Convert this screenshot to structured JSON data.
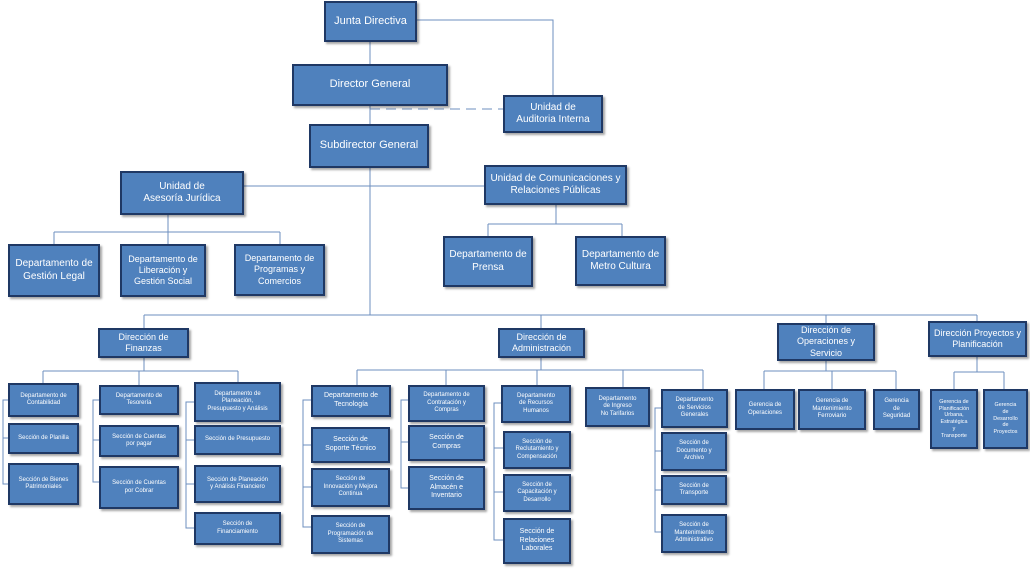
{
  "top": {
    "junta": "Junta Directiva",
    "director": "Director General",
    "auditoria": "Unidad de\nAuditoria Interna",
    "subdirector": "Subdirector General"
  },
  "staff": {
    "asesoria": "Unidad de\nAsesoría Jurídica",
    "comunicaciones": "Unidad de Comunicaciones y\nRelaciones Públicas",
    "gestion_legal": "Departamento de\nGestión Legal",
    "liberacion": "Departamento de\nLiberación y\nGestión Social",
    "programas": "Departamento de\nProgramas y\nComercios",
    "prensa": "Departamento de\nPrensa",
    "metro_cultura": "Departamento de\nMetro Cultura"
  },
  "direcciones": {
    "finanzas": "Dirección de\nFinanzas",
    "administracion": "Dirección de\nAdministración",
    "operaciones": "Dirección de\nOperaciones y Servicio",
    "proyectos": "Dirección Proyectos y\nPlanificación"
  },
  "finanzas_units": {
    "contabilidad": "Departamento de\nContabilidad",
    "planilla": "Sección de Planilla",
    "bienes": "Sección de Bienes\nPatrimoniales",
    "tesoreria": "Departamento de\nTesorería",
    "cuentas_pagar": "Sección de Cuentas\npor pagar",
    "cuentas_cobrar": "Sección de Cuentas\npor Cobrar",
    "planeacion": "Departamento de\nPlaneación,\nPresupuesto y Análisis",
    "presupuesto": "Sección de Presupuesto",
    "planeacion_analisis": "Sección de Planeación\ny Análisis Financiero",
    "financiamiento": "Sección de\nFinanciamiento"
  },
  "admin_units": {
    "tecnologia": "Departamento de\nTecnología",
    "soporte": "Sección de\nSoporte Técnico",
    "innovacion": "Sección de\nInnovación y Mejora\nContinua",
    "programacion": "Sección de\nProgramación de\nSistemas",
    "contratacion": "Departamento de\nContratación y\nCompras",
    "compras": "Sección de\nCompras",
    "almacen": "Sección de\nAlmacén e\nInventario",
    "rrhh": "Departamento\nde Recursos\nHumanos",
    "reclutamiento": "Sección de\nReclutamiento y\nCompensación",
    "capacitacion": "Sección de\nCapacitación y\nDesarrollo",
    "laborales": "Sección de\nRelaciones\nLaborales",
    "ingreso": "Departamento\nde Ingreso\nNo Tarifarios",
    "servicios": "Departamento\nde Servicios\nGenerales",
    "documento": "Sección de\nDocumento y\nArchivo",
    "transporte": "Sección de\nTransporte",
    "mantenimiento_adm": "Sección de\nMantenimiento\nAdministrativo"
  },
  "operaciones_units": {
    "gerencia_operaciones": "Gerencia de\nOperaciones",
    "mantenimiento_ferroviario": "Gerencia de\nMantenimiento\nFerroviario",
    "seguridad": "Gerencia\nde\nSeguridad"
  },
  "proyectos_units": {
    "planificacion": "Gerencia de\nPlanificación\nUrbana,\nEstratégica\ny\nTransporte",
    "desarrollo": "Gerencia\nde\nDesarrollo\nde\nProyectos"
  },
  "colors": {
    "box_fill": "#4f81bd",
    "box_border": "#1f3864",
    "connector": "#6d8fbf",
    "text": "#ffffff"
  }
}
